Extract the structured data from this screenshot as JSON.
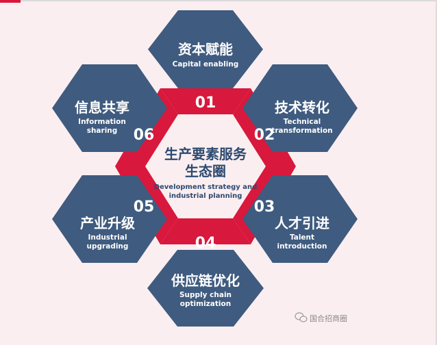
{
  "center": {
    "title_line1": "生产要素服务",
    "title_line2": "生态圈",
    "subtitle_line1": "Development strategy and",
    "subtitle_line2": "industrial planning"
  },
  "hexagons": [
    {
      "number": "01",
      "cn": "资本赋能",
      "en_line1": "Capital enabling",
      "en_line2": ""
    },
    {
      "number": "02",
      "cn": "技术转化",
      "en_line1": "Technical",
      "en_line2": "transformation"
    },
    {
      "number": "03",
      "cn": "人才引进",
      "en_line1": "Talent",
      "en_line2": "introduction"
    },
    {
      "number": "04",
      "cn": "供应链优化",
      "en_line1": "Supply chain",
      "en_line2": "optimization"
    },
    {
      "number": "05",
      "cn": "产业升级",
      "en_line1": "Industrial",
      "en_line2": "upgrading"
    },
    {
      "number": "06",
      "cn": "信息共享",
      "en_line1": "Information",
      "en_line2": "sharing"
    }
  ],
  "watermark": {
    "text": "国合招商圈",
    "icon": "wechat-icon"
  },
  "colors": {
    "navy": "#3f5b7f",
    "red": "#d8183c",
    "background": "#fbeef0"
  }
}
